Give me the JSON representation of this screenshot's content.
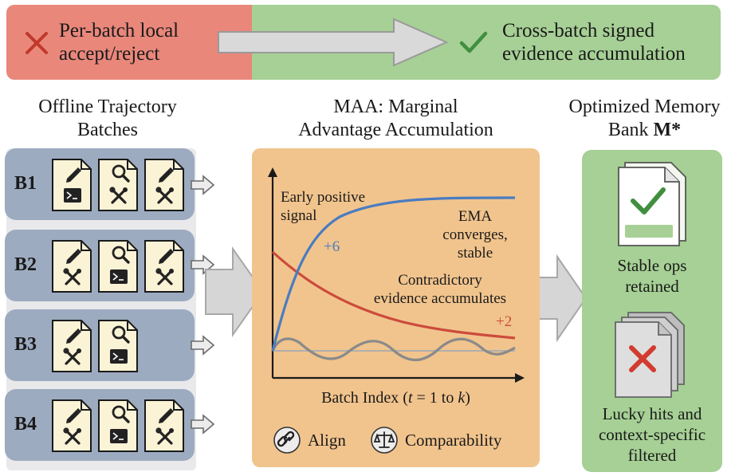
{
  "banner": {
    "left_line1": "Per-batch local",
    "left_line2": "accept/reject",
    "right_line1": "Cross-batch signed",
    "right_line2": "evidence accumulation",
    "left_icon": "red-cross-icon",
    "right_icon": "green-check-icon",
    "colors": {
      "left_bg": "#e9877b",
      "right_bg": "#a6d095",
      "arrow": "#d9d9d9"
    }
  },
  "batches": {
    "heading_line1": "Offline Trajectory",
    "heading_line2": "Batches",
    "rows": [
      {
        "label": "B1",
        "docs": [
          [
            "pencil-icon",
            "terminal-icon"
          ],
          [
            "magnifier-icon",
            "tools-icon"
          ],
          [
            "pencil-icon",
            "tools-icon"
          ]
        ]
      },
      {
        "label": "B2",
        "docs": [
          [
            "pencil-icon",
            "tools-icon"
          ],
          [
            "magnifier-icon",
            "terminal-icon"
          ],
          [
            "pencil-icon",
            "tools-icon"
          ]
        ]
      },
      {
        "label": "B3",
        "docs": [
          [
            "pencil-icon",
            "tools-icon"
          ],
          [
            "magnifier-icon",
            "terminal-icon"
          ]
        ]
      },
      {
        "label": "B4",
        "docs": [
          [
            "pencil-icon",
            "tools-icon"
          ],
          [
            "magnifier-icon",
            "terminal-icon"
          ],
          [
            "pencil-icon",
            "tools-icon"
          ]
        ]
      }
    ],
    "colors": {
      "row_bg": "#9dabc0",
      "doc_bg": "#fbf3d6"
    }
  },
  "maa": {
    "heading_line1": "MAA: Marginal",
    "heading_line2": "Advantage Accumulation",
    "annotation_early_1": "Early positive",
    "annotation_early_2": "signal",
    "label_plus6": "+6",
    "annotation_ema_1": "EMA",
    "annotation_ema_2": "converges,",
    "annotation_ema_3": "stable",
    "annotation_contra_1": "Contradictory",
    "annotation_contra_2": "evidence accumulates",
    "label_plus2": "+2",
    "xlabel_pre": "Batch Index (",
    "xlabel_t": "t",
    "xlabel_mid": " = 1 to ",
    "xlabel_k": "k",
    "xlabel_post": ")",
    "legend": [
      {
        "icon": "link-icon",
        "label": "Align"
      },
      {
        "icon": "scale-icon",
        "label": "Comparability"
      }
    ],
    "colors": {
      "panel": "#f1c48d",
      "blue": "#4a7cc0",
      "red": "#cc4b3c",
      "gray": "#8a8a8a"
    }
  },
  "memory": {
    "heading_line1": "Optimized Memory",
    "heading_line2": "Bank ",
    "heading_symbol": "M*",
    "retained_line1": "Stable ops",
    "retained_line2": "retained",
    "filtered_line1": "Lucky hits and",
    "filtered_line2": "context-specific",
    "filtered_line3": "filtered",
    "colors": {
      "panel": "#a6d095",
      "check": "#3f8f3f",
      "cross": "#d23b2f"
    }
  }
}
